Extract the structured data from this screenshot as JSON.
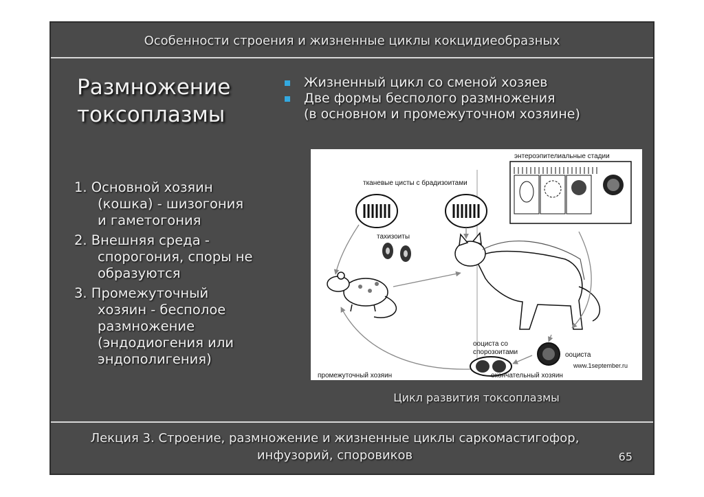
{
  "header": {
    "title": "Особенности строения и жизненные циклы кокцидиеобразных"
  },
  "heading": {
    "line1": "Размножение",
    "line2": "токсоплазмы"
  },
  "bullets": [
    {
      "line1": "Жизненный цикл со сменой хозяев",
      "line2": ""
    },
    {
      "line1": "Две формы бесполого размножения",
      "line2": "(в основном и промежуточном хозяине)"
    }
  ],
  "numbered": [
    {
      "first": "1. Основной хозяин",
      "rest": [
        "(кошка) - шизогония",
        "и гаметогония"
      ]
    },
    {
      "first": "2. Внешняя среда -",
      "rest": [
        "спорогония, споры не",
        "образуются"
      ]
    },
    {
      "first": "3. Промежуточный",
      "rest": [
        "хозяин - бесполое",
        "размножение",
        "(эндодиогения или",
        "эндополигения)"
      ]
    }
  ],
  "figure": {
    "labels": {
      "entero": "энтероэпителиальные стадии",
      "cysts": "тканевые цисты с брадизоитами",
      "tachy": "тахизоиты",
      "oocyst_spor_1": "ооциста со",
      "oocyst_spor_2": "спорозоитами",
      "oocyst": "ооциста",
      "site": "www.1september.ru",
      "intermediate": "промежуточный хозяин",
      "definitive": "окончательный хозяин"
    },
    "caption": "Цикл развития токсоплазмы"
  },
  "footer": {
    "line1": "Лекция 3. Строение, размножение и жизненные циклы саркомастигофор,",
    "line2": "инфузорий, споровиков",
    "page": "65"
  },
  "colors": {
    "slide_bg": "#4a4a4a",
    "bullet": "#33a9e0",
    "text": "#f0f0f0"
  }
}
